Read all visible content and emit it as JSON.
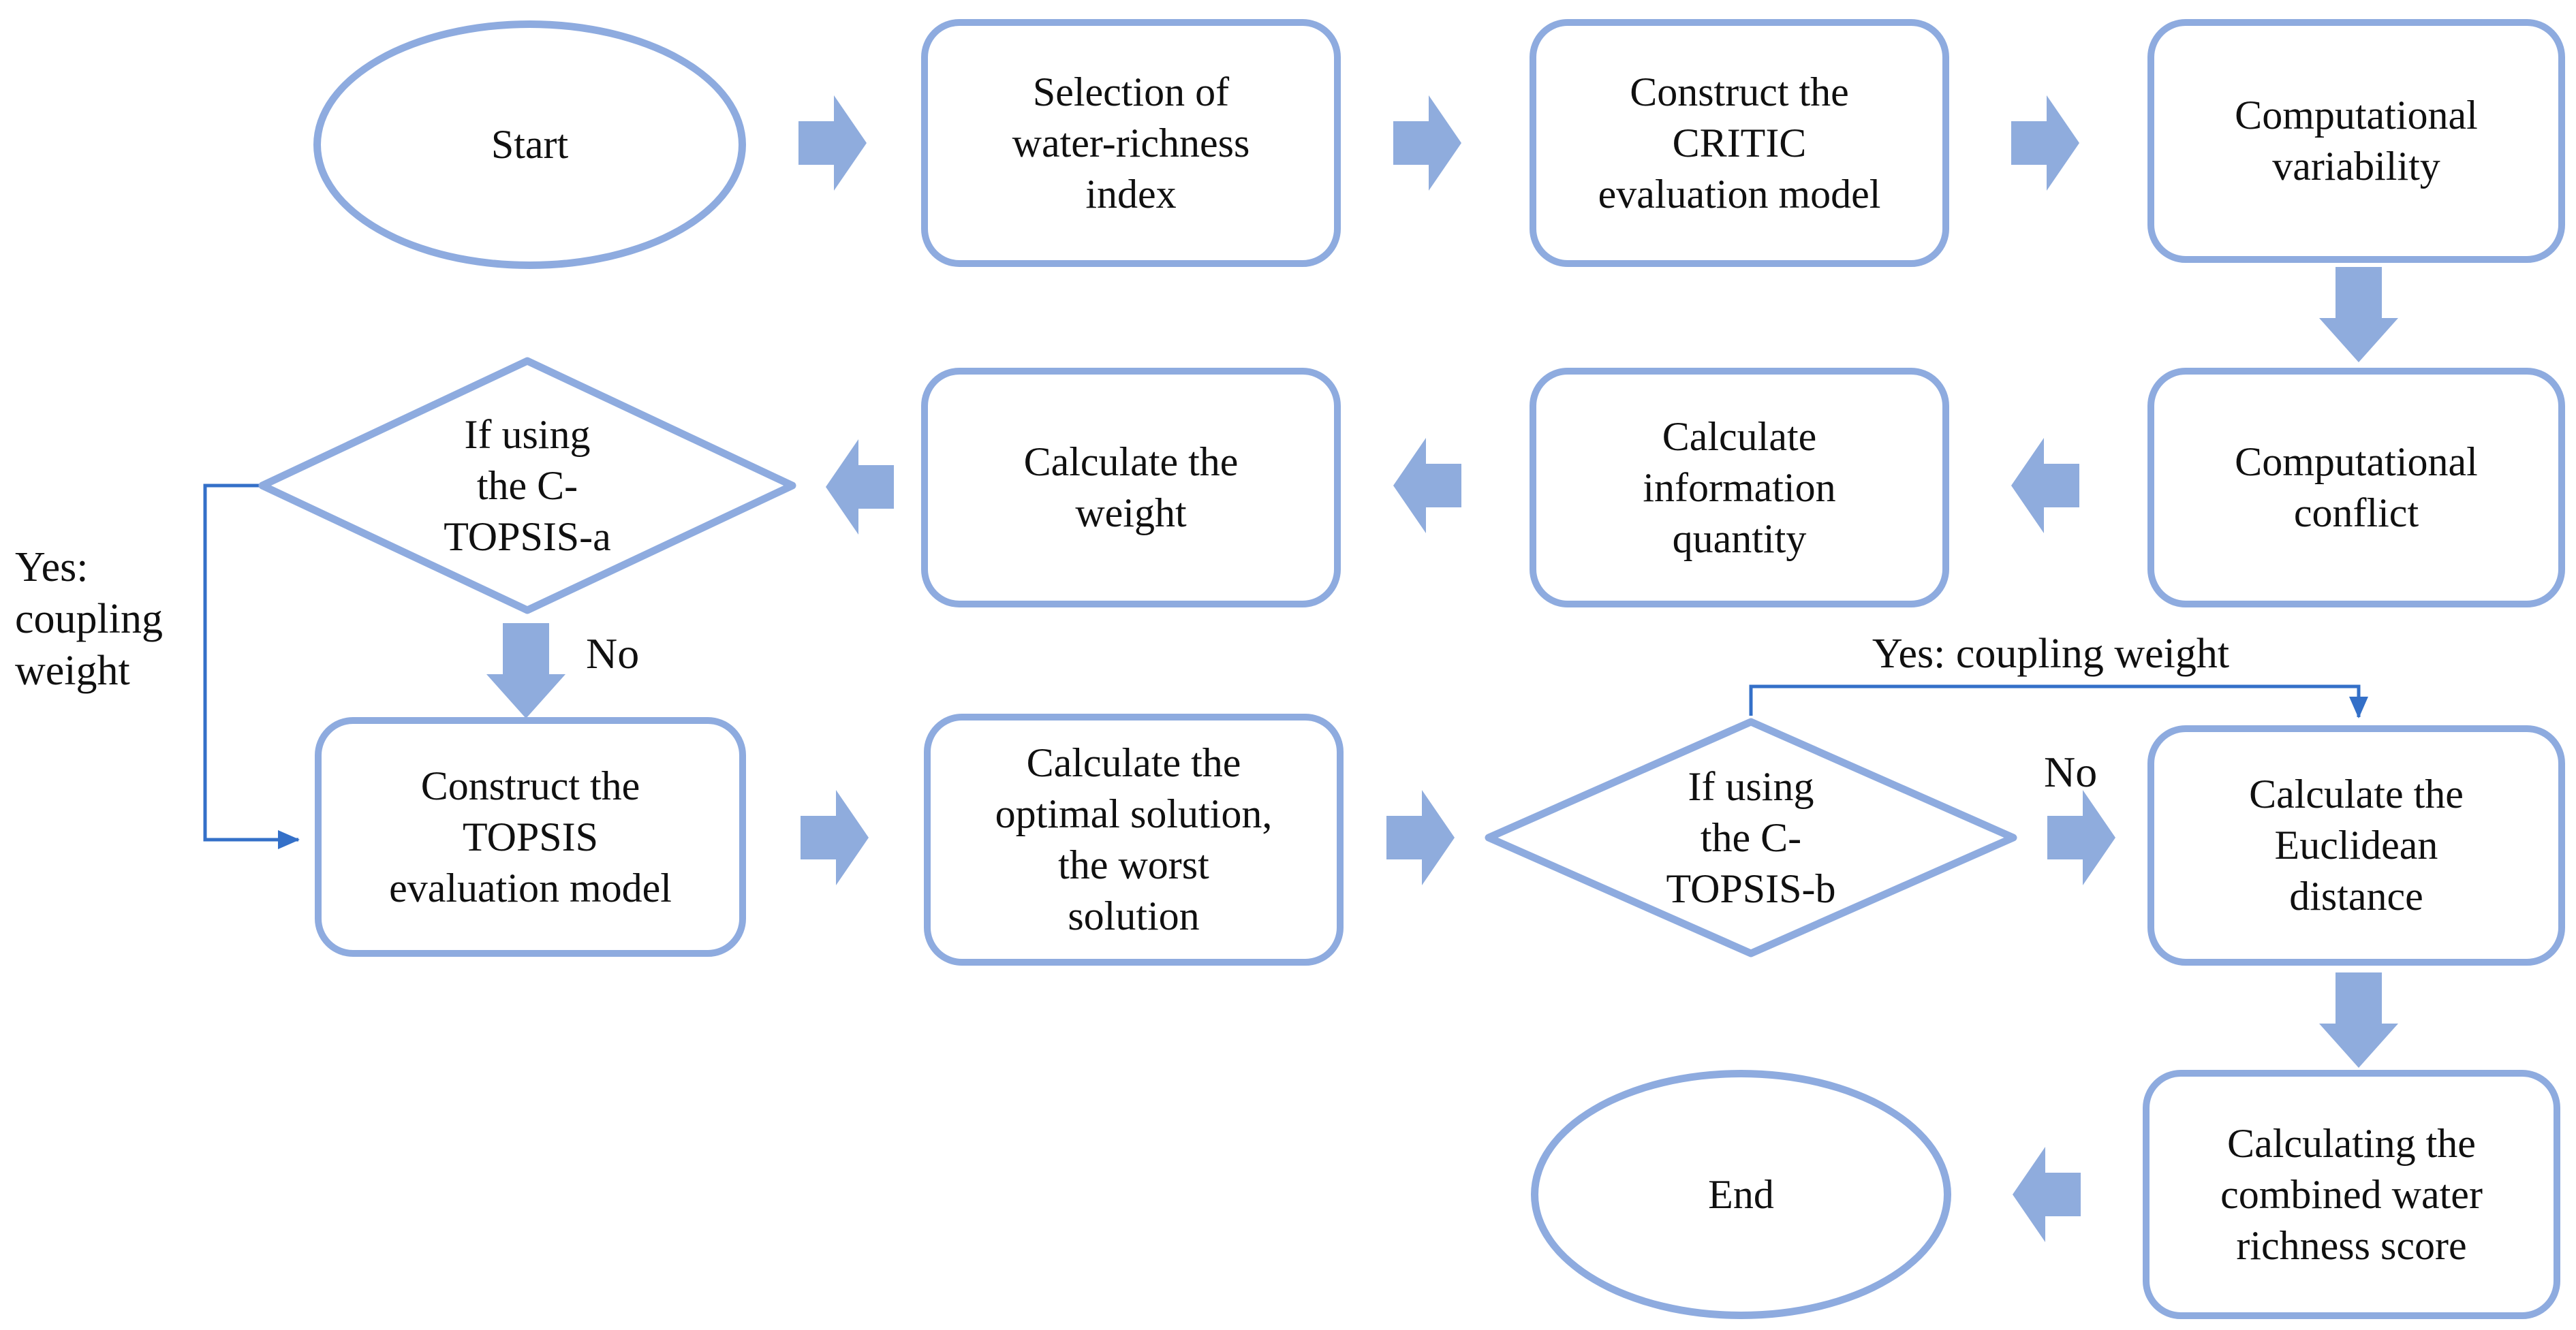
{
  "diagram": {
    "description": "Flowchart of the C-TOPSIS water-richness evaluation process",
    "palette": {
      "shape_border": "#8EABDF",
      "block_arrow_fill": "#8FACDD",
      "connector_line": "#3470C8",
      "text": "#101010",
      "background": "#FFFFFF"
    },
    "nodes": {
      "start": "Start",
      "selection": "Selection of\nwater-richness\nindex",
      "critic": "Construct the\nCRITIC\nevaluation model",
      "variability": "Computational\nvariability",
      "conflict": "Computational\nconflict",
      "information": "Calculate\ninformation\nquantity",
      "weight": "Calculate the\nweight",
      "decision_a": "If using\nthe C-\nTOPSIS-a",
      "topsis": "Construct the\nTOPSIS\nevaluation model",
      "optimal": "Calculate the\noptimal solution,\nthe worst\nsolution",
      "decision_b": "If using\nthe C-\nTOPSIS-b",
      "euclidean": "Calculate the\nEuclidean\ndistance",
      "score": "Calculating the\ncombined water\nrichness score",
      "end": "End"
    },
    "edge_labels": {
      "yes_a": "Yes:\ncoupling\nweight",
      "no_a": "No",
      "yes_b": "Yes: coupling weight",
      "no_b": "No"
    }
  }
}
